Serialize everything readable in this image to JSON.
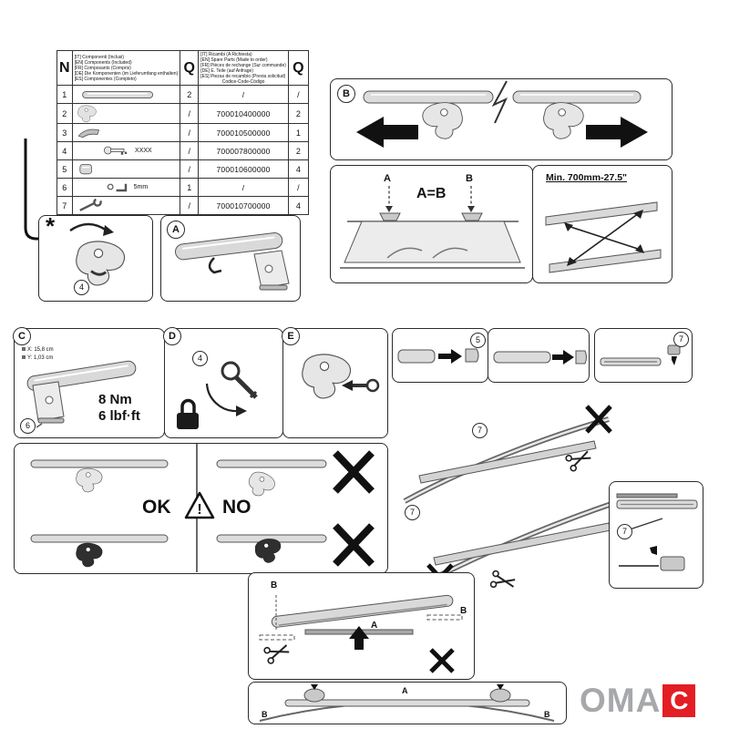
{
  "colors": {
    "accent_red": "#e31e24"
  },
  "parts_table": {
    "headers": {
      "n": "N",
      "q": "Q",
      "included_lines": [
        "[IT] Componenti (Inclusi)",
        "[EN] Components (Included)",
        "[FR] Composants (Compris)",
        "[DE] Die Komponenten (im Lieferumfang enthalten)",
        "[ES] Componentes (Completo)"
      ],
      "spare_lines": [
        "[IT] Ricambi (A Richiesta)",
        "[EN] Spare Parts (Made to order)",
        "[FR] Pièces de rechange (Sur commande)",
        "[DE] E. Teile (auf Anfrage)",
        "[ES] Piezas de recambio (Previa solicitud)"
      ],
      "code_caption": "Codice-Code-Código"
    },
    "rows": [
      {
        "n": "1",
        "part": "load-bar",
        "q_included": "2",
        "code": "/",
        "q_spare": "/"
      },
      {
        "n": "2",
        "part": "foot-clamp",
        "q_included": "/",
        "code": "700010400000",
        "q_spare": "2"
      },
      {
        "n": "3",
        "part": "rubber-pad",
        "q_included": "/",
        "code": "700010500000",
        "q_spare": "1"
      },
      {
        "n": "4",
        "part": "lock-key",
        "label": "XXXX",
        "q_included": "/",
        "code": "700007800000",
        "q_spare": "2"
      },
      {
        "n": "5",
        "part": "end-cap",
        "q_included": "/",
        "code": "700010600000",
        "q_spare": "4"
      },
      {
        "n": "6",
        "part": "allen-key",
        "label": "5mm",
        "q_included": "1",
        "code": "/",
        "q_spare": "/"
      },
      {
        "n": "7",
        "part": "wrench",
        "q_included": "/",
        "code": "700010700000",
        "q_spare": "4"
      }
    ]
  },
  "panels": {
    "star": {
      "badge": "*",
      "num": "4"
    },
    "a": {
      "badge": "A"
    },
    "b": {
      "badge": "B"
    },
    "measure": {
      "a": "A",
      "b": "B",
      "equation": "A=B"
    },
    "min": {
      "title": "Min. 700mm-27.5\""
    },
    "c": {
      "badge": "C",
      "dim_x": "X: 15,8 cm",
      "dim_y": "Y: 1,03 cm",
      "num": "6",
      "torque_nm": "8 Nm",
      "torque_lb": "6 lbf·ft"
    },
    "d": {
      "badge": "D",
      "num": "4"
    },
    "e": {
      "badge": "E"
    },
    "cap1": {
      "num": "5"
    },
    "cap3": {
      "num": "7"
    },
    "rails": {
      "num": "7"
    },
    "strip": {
      "num": "7"
    },
    "okno": {
      "ok": "OK",
      "no": "NO",
      "warn": "!"
    },
    "cut": {
      "a": "A",
      "b_left": "B",
      "b_right": "B"
    },
    "bottom": {
      "a": "A",
      "b_left": "B",
      "b_right": "B"
    }
  },
  "logo": {
    "gray": "OMA",
    "red": "C"
  }
}
